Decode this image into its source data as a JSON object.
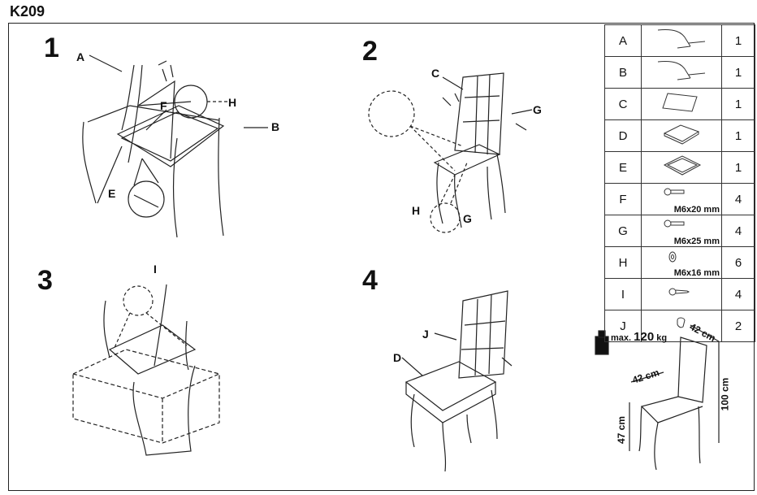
{
  "title": "K209",
  "steps": [
    "1",
    "2",
    "3",
    "4"
  ],
  "callouts": {
    "A": "A",
    "B": "B",
    "C": "C",
    "D": "D",
    "E": "E",
    "F": "F",
    "G": "G",
    "H": "H",
    "I": "I",
    "J": "J"
  },
  "parts": [
    {
      "letter": "A",
      "icon": "leg-frame-icon",
      "qty": "1",
      "spec": ""
    },
    {
      "letter": "B",
      "icon": "leg-frame-icon",
      "qty": "1",
      "spec": ""
    },
    {
      "letter": "C",
      "icon": "backrest-icon",
      "qty": "1",
      "spec": ""
    },
    {
      "letter": "D",
      "icon": "seat-cushion-icon",
      "qty": "1",
      "spec": ""
    },
    {
      "letter": "E",
      "icon": "seat-frame-icon",
      "qty": "1",
      "spec": ""
    },
    {
      "letter": "F",
      "icon": "bolt-icon",
      "qty": "4",
      "spec": "M6x20 mm"
    },
    {
      "letter": "G",
      "icon": "bolt-icon",
      "qty": "4",
      "spec": "M6x25 mm"
    },
    {
      "letter": "H",
      "icon": "washer-icon",
      "qty": "6",
      "spec": "M6x16 mm"
    },
    {
      "letter": "I",
      "icon": "screw-icon",
      "qty": "4",
      "spec": ""
    },
    {
      "letter": "J",
      "icon": "cap-icon",
      "qty": "2",
      "spec": ""
    }
  ],
  "load": {
    "prefix": "max.",
    "value": "120",
    "unit": "kg"
  },
  "dimensions": {
    "depth": "42 cm",
    "width": "42 cm",
    "height": "100 cm",
    "seat_height": "47 cm"
  }
}
